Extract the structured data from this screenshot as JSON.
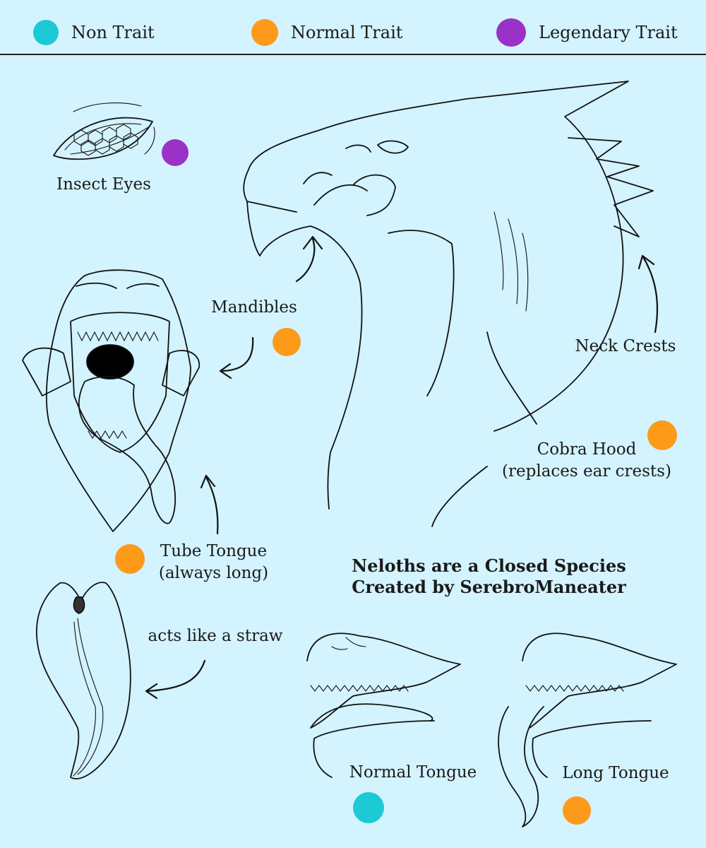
{
  "legend": {
    "items": [
      {
        "label": "Non Trait",
        "color": "#1ec9d6"
      },
      {
        "label": "Normal Trait",
        "color": "#fd9a1a"
      },
      {
        "label": "Legendary Trait",
        "color": "#9a32c8"
      }
    ]
  },
  "traits": {
    "insect_eyes": {
      "label": "Insect Eyes",
      "color": "#9a32c8"
    },
    "mandibles": {
      "label": "Mandibles",
      "color": "#fd9a1a"
    },
    "neck_crests": {
      "label": "Neck Crests"
    },
    "cobra_hood": {
      "label_line1": "Cobra Hood",
      "label_line2": "(replaces ear crests)",
      "color": "#fd9a1a"
    },
    "tube_tongue": {
      "label_line1": "Tube Tongue",
      "label_line2": "(always long)",
      "color": "#fd9a1a"
    },
    "straw_note": {
      "label": "acts like a straw"
    },
    "normal_tongue": {
      "label": "Normal Tongue",
      "color": "#1ec9d6"
    },
    "long_tongue": {
      "label": "Long Tongue",
      "color": "#fd9a1a"
    }
  },
  "credits": {
    "line1": "Neloths are a Closed Species",
    "line2": "Created by SerebroManeater"
  },
  "colors": {
    "background": "#d3f3fe",
    "line": "#111111"
  }
}
